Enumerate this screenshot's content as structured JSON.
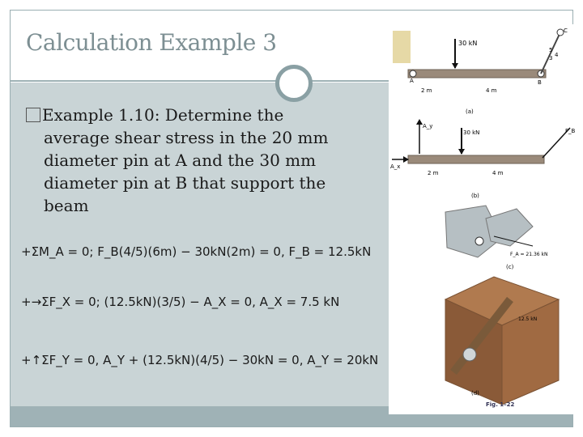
{
  "slide": {
    "title": "Calculation Example 3",
    "bullet_line1": "Example 1.10: Determine the",
    "bullet_lines": [
      "average shear stress in the 20 mm",
      "diameter pin at A and the 30 mm",
      "diameter pin at B that support the",
      "beam"
    ]
  },
  "equations": {
    "moment": "+ΣM_A = 0; F_B(4/5)(6m) − 30kN(2m) = 0, F_B = 12.5kN",
    "horizontal": "+→ΣF_X = 0; (12.5kN)(3/5) − A_X = 0, A_X = 7.5 kN",
    "vertical": "+↑ΣF_Y = 0, A_Y + (12.5kN)(4/5) − 30kN = 0, A_Y = 20kN"
  },
  "figure": {
    "load_a": "30 kN",
    "len1": "2 m",
    "len2": "4 m",
    "label_a": "(a)",
    "load_b": "30 kN",
    "ax": "A_x",
    "ay": "A_y",
    "fb": "F_B",
    "dim1": "2 m",
    "dim2": "4 m",
    "label_b": "(b)",
    "label_c": "(c)",
    "force_c": "F_A = 21.36 kN",
    "label_d": "(d)",
    "force_d": "12.5 kN",
    "fig_caption": "Fig. 1–22",
    "tri": [
      "5",
      "4",
      "3"
    ],
    "pt_a": "A",
    "pt_b": "B",
    "pt_c": "C"
  },
  "colors": {
    "content_bg": "#c9d4d6",
    "accent": "#9fb2b6",
    "title": "#7d8f93"
  }
}
